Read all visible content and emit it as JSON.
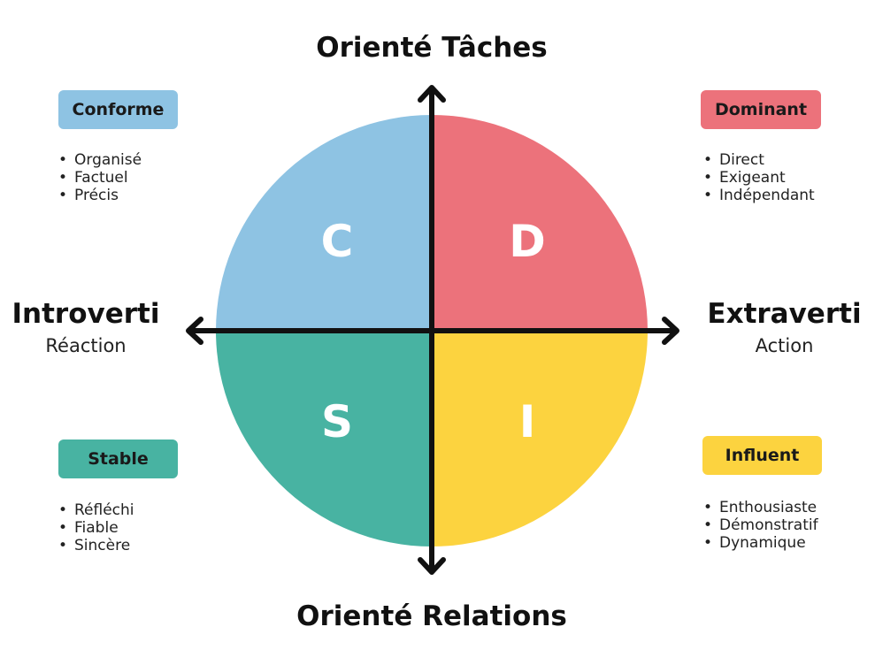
{
  "axes": {
    "top": "Orienté Tâches",
    "bottom": "Orienté Relations",
    "left": {
      "title": "Introverti",
      "subtitle": "Réaction"
    },
    "right": {
      "title": "Extraverti",
      "subtitle": "Action"
    }
  },
  "quadrants": {
    "c": {
      "letter": "C",
      "color": "#8EC3E3"
    },
    "d": {
      "letter": "D",
      "color": "#EC727B"
    },
    "s": {
      "letter": "S",
      "color": "#48B3A2"
    },
    "i": {
      "letter": "I",
      "color": "#FCD33F"
    }
  },
  "profiles": {
    "conforme": {
      "label": "Conforme",
      "color": "#8EC3E3",
      "traits": [
        "Organisé",
        "Factuel",
        "Précis"
      ]
    },
    "dominant": {
      "label": "Dominant",
      "color": "#EC727B",
      "traits": [
        "Direct",
        "Exigeant",
        "Indépendant"
      ]
    },
    "stable": {
      "label": "Stable",
      "color": "#48B3A2",
      "traits": [
        "Réfléchi",
        "Fiable",
        "Sincère"
      ]
    },
    "influent": {
      "label": "Influent",
      "color": "#FCD33F",
      "traits": [
        "Enthousiaste",
        "Démonstratif",
        "Dynamique"
      ]
    }
  }
}
